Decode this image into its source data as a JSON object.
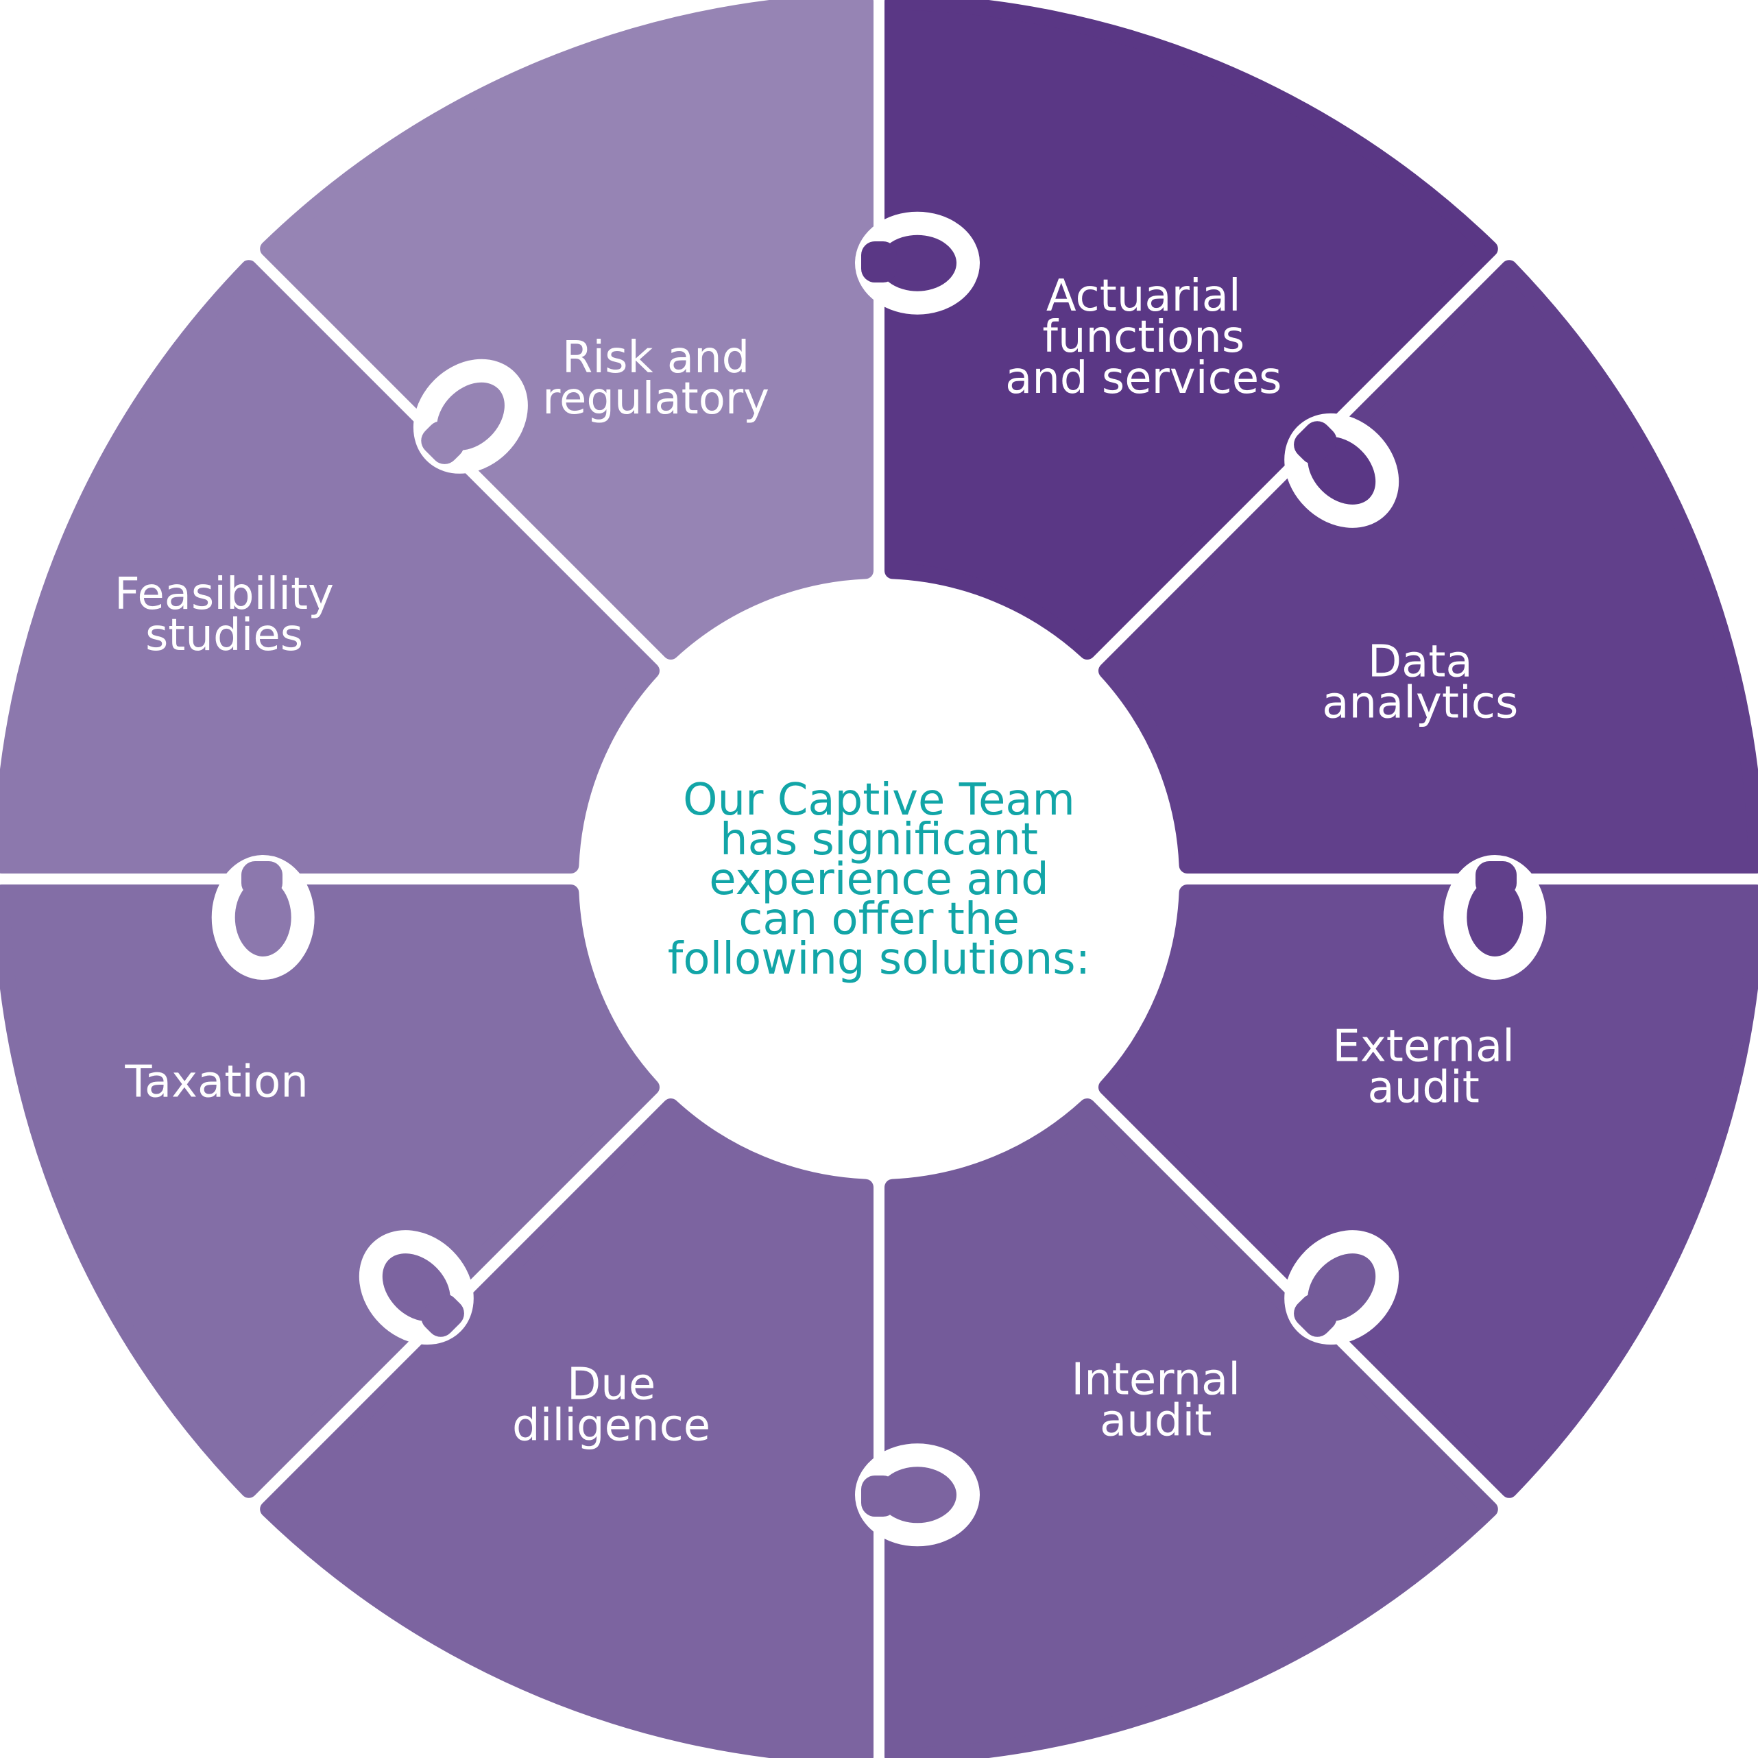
{
  "center": {
    "lines": [
      "Our Captive Team",
      "has significant",
      "experience and",
      "can offer the",
      "following solutions:"
    ],
    "color": "#12a5a7"
  },
  "segments": [
    {
      "lines": [
        "Actuarial",
        "functions",
        "and services"
      ],
      "color": "#5a3785"
    },
    {
      "lines": [
        "Data",
        "analytics"
      ],
      "color": "#61408b"
    },
    {
      "lines": [
        "External",
        "audit"
      ],
      "color": "#6a4c93"
    },
    {
      "lines": [
        "Internal",
        "audit"
      ],
      "color": "#745b9a"
    },
    {
      "lines": [
        "Due",
        "diligence"
      ],
      "color": "#7c64a0"
    },
    {
      "lines": [
        "Taxation"
      ],
      "color": "#836ea6"
    },
    {
      "lines": [
        "Feasibility",
        "studies"
      ],
      "color": "#8c78ad"
    },
    {
      "lines": [
        "Risk and",
        "regulatory"
      ],
      "color": "#9684b4"
    }
  ],
  "icons": {
    "connector": "puzzle-knob-icon"
  }
}
